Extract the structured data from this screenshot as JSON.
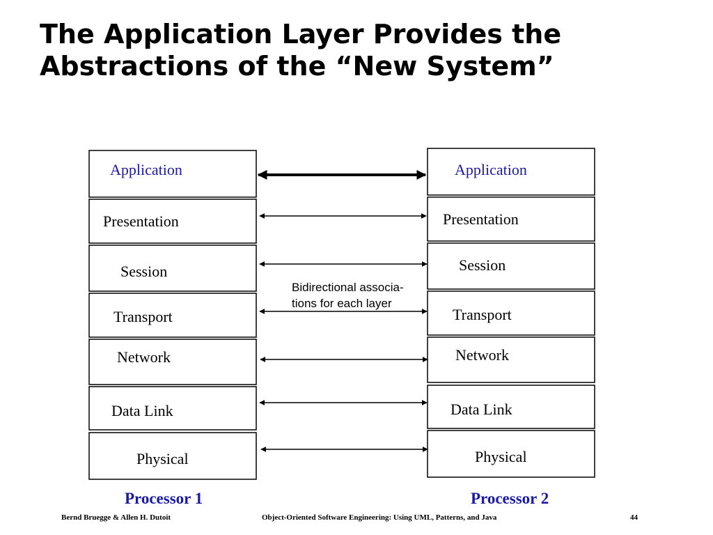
{
  "title": {
    "line1": "The Application Layer Provides the",
    "line2": "Abstractions of the “New System”"
  },
  "stacks": [
    {
      "label": "Processor 1",
      "layers": [
        "Application",
        "Presentation",
        "Session",
        "Transport",
        "Network",
        "Data Link",
        "Physical"
      ]
    },
    {
      "label": "Processor 2",
      "layers": [
        "Application",
        "Presentation",
        "Session",
        "Transport",
        "Network",
        "Data Link",
        "Physical"
      ]
    }
  ],
  "caption": {
    "line1": "Bidirectional associa-",
    "line2": "tions for each layer"
  },
  "footer": {
    "authors": "Bernd Bruegge & Allen H. Dutoit",
    "book": "Object-Oriented Software Engineering: Using UML, Patterns, and Java",
    "page": "44"
  },
  "colors": {
    "application_text": "#1a1aa6",
    "processor_label": "#1a1aa6"
  }
}
